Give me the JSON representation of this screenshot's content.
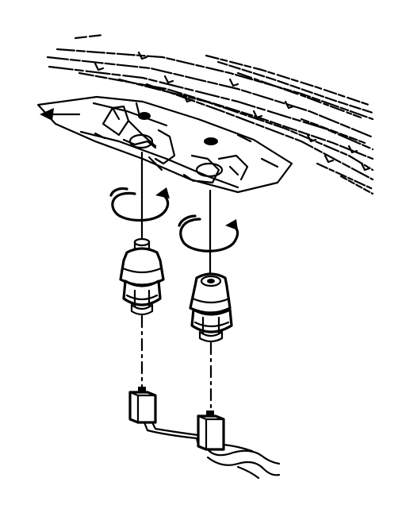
{
  "diagram": {
    "colors": {
      "background": "#ffffff",
      "ink": "#000000"
    },
    "parts": {
      "panel": "floor-panel-underside",
      "left_bulb_socket": "bulb-socket",
      "right_bulb_socket": "bulb-socket",
      "left_connector": "wiring-connector",
      "right_connector": "wiring-connector",
      "harness": "wiring-harness"
    },
    "icons": {
      "rotation_arrows": "rotate-clockwise-icon",
      "direction_arrow": "arrow-left-icon"
    }
  }
}
